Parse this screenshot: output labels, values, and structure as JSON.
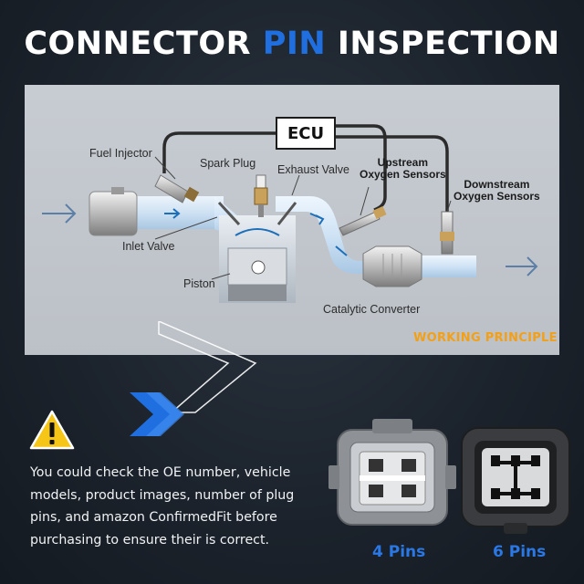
{
  "title": {
    "part1": "CONNECTOR",
    "accent": "PIN",
    "part2": "INSPECTION"
  },
  "diagram": {
    "ecu": "ECU",
    "labels": {
      "fuel_injector": "Fuel Injector",
      "spark_plug": "Spark Plug",
      "exhaust_valve": "Exhaust Valve",
      "upstream_line1": "Upstream",
      "upstream_line2": "Oxygen Sensors",
      "downstream_line1": "Downstream",
      "downstream_line2": "Oxygen Sensors",
      "inlet_valve": "Inlet Valve",
      "piston": "Piston",
      "catalytic_converter": "Catalytic Converter"
    },
    "caption": "WORKING PRINCIPLE"
  },
  "notice": {
    "icon": "warning-icon",
    "text": "You could check the OE number, vehicle models, product images, number of plug pins, and amazon ConfirmedFit before purchasing to ensure their is correct."
  },
  "connectors": [
    {
      "label": "4 Pins",
      "icon": "4-pin-connector-icon"
    },
    {
      "label": "6 Pins",
      "icon": "6-pin-connector-icon"
    }
  ],
  "colors": {
    "accent_blue": "#1f6fe0",
    "caption_orange": "#f3a017",
    "warning_yellow": "#f5c518"
  }
}
